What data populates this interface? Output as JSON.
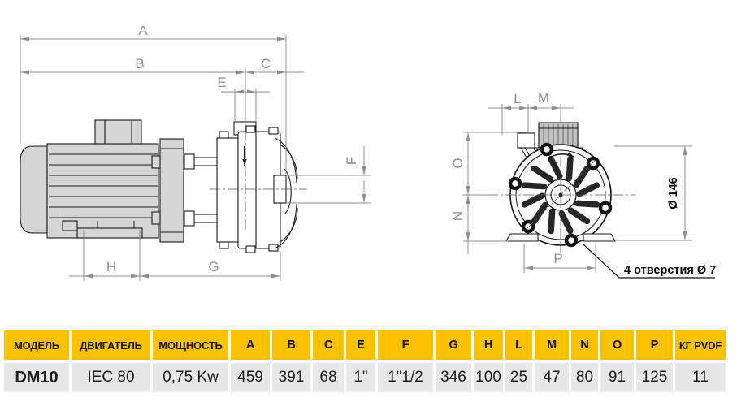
{
  "colors": {
    "accent_yellow": "#FCC202",
    "row_grey": "#E8E8E8",
    "dimension_grey": "#8F8F8F",
    "line_black": "#1A1A1A"
  },
  "side_view": {
    "labels": {
      "a": "A",
      "b": "B",
      "c": "C",
      "e": "E",
      "f": "F",
      "g": "G",
      "h": "H"
    }
  },
  "front_view": {
    "labels": {
      "l": "L",
      "m": "M",
      "n": "N",
      "o": "O",
      "p": "P"
    },
    "diameter": "Ø 146",
    "holes_note": "4 отверстия  Ø 7"
  },
  "table": {
    "headers": [
      "МОДЕЛЬ",
      "ДВИГАТЕЛЬ",
      "МОЩНОСТЬ",
      "A",
      "B",
      "C",
      "E",
      "F",
      "G",
      "H",
      "L",
      "M",
      "N",
      "O",
      "P",
      "КГ PVDF"
    ],
    "row": [
      "DM10",
      "IEC 80",
      "0,75 Kw",
      "459",
      "391",
      "68",
      "1\"",
      "1\"1/2",
      "346",
      "100",
      "25",
      "47",
      "80",
      "91",
      "125",
      "11"
    ]
  }
}
